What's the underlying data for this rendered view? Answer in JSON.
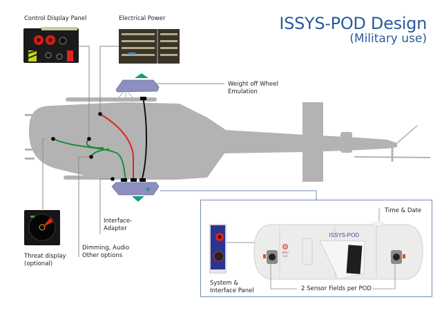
{
  "header": {
    "title": "ISSYS-POD Design",
    "subtitle": "(Military use)"
  },
  "components": {
    "control_display_panel": "Control Display Panel",
    "electrical_power": "Electrical Power",
    "weight_off_wheel": [
      "Weight off Wheel",
      "Emulation"
    ],
    "threat_display": [
      "Threat display",
      "(optional)"
    ],
    "dimming_audio": [
      "Dimming, Audio",
      "Other options"
    ],
    "interface_adapter": [
      "Interface-",
      "Adapter"
    ]
  },
  "pod_detail": {
    "time_date": "Time & Date",
    "system_panel": [
      "System &",
      "Interface Panel"
    ],
    "sensor_fields": "2 Sensor Fields per POD",
    "pod_label": "ISSYS-POD",
    "spu_label": [
      "SPU",
      "LH"
    ]
  },
  "colors": {
    "title_blue": "#2a5a9c",
    "helicopter_gray": "#b3b3b3",
    "wire_red": "#e0231c",
    "wire_green": "#1f8a3a",
    "wire_black": "#111111",
    "pod_purple": "#8c8fbf",
    "pod_teal": "#1a9a80",
    "frame_blue": "#6f8ab3"
  }
}
